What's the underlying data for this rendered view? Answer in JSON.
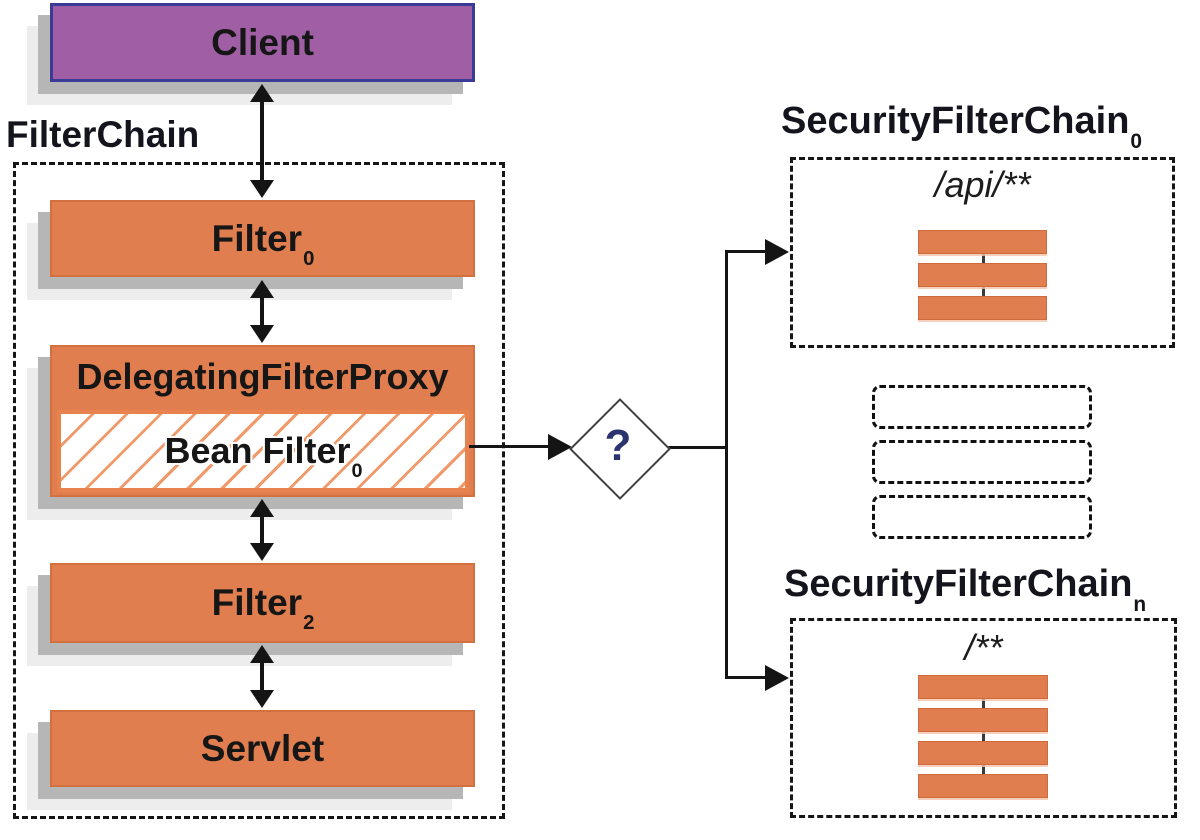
{
  "client": {
    "label": "Client"
  },
  "filter_chain": {
    "title": "FilterChain",
    "filter0": {
      "text": "Filter",
      "sub": "0"
    },
    "proxy": {
      "text": "DelegatingFilterProxy"
    },
    "bean": {
      "text": "Bean Filter",
      "sub": "0"
    },
    "filter2": {
      "text": "Filter",
      "sub": "2"
    },
    "servlet": {
      "text": "Servlet"
    }
  },
  "decision": {
    "label": "?"
  },
  "security_chains": {
    "first": {
      "title": "SecurityFilterChain",
      "sub": "0",
      "pattern": "/api/**",
      "filter_count": 3
    },
    "placeholder_count": 3,
    "last": {
      "title": "SecurityFilterChain",
      "sub": "n",
      "pattern": "/**",
      "filter_count": 4
    }
  },
  "colors": {
    "box-orange": "#e07e4f",
    "box-orange-border": "#d2713f",
    "client-purple": "#a05fa5",
    "client-purple-border": "#3a3a97",
    "line-black": "#141414",
    "shadow-gray": "#b6b6b6",
    "hatch-orange": "#f09a6c"
  }
}
